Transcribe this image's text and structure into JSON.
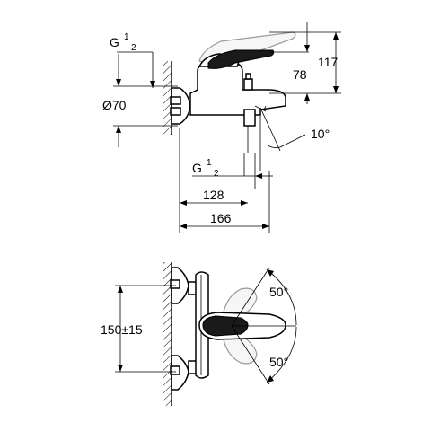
{
  "dimensions": {
    "thread_top": {
      "prefix": "G",
      "sup": "1",
      "sub": "2"
    },
    "thread_bottom": {
      "prefix": "G",
      "sup": "1",
      "sub": "2"
    },
    "diameter": "Ø70",
    "height_78": "78",
    "height_117": "117",
    "angle_spout": "10°",
    "depth_128": "128",
    "depth_166": "166",
    "centers": "150±15",
    "angle_upper": "50°",
    "angle_lower": "50°"
  }
}
